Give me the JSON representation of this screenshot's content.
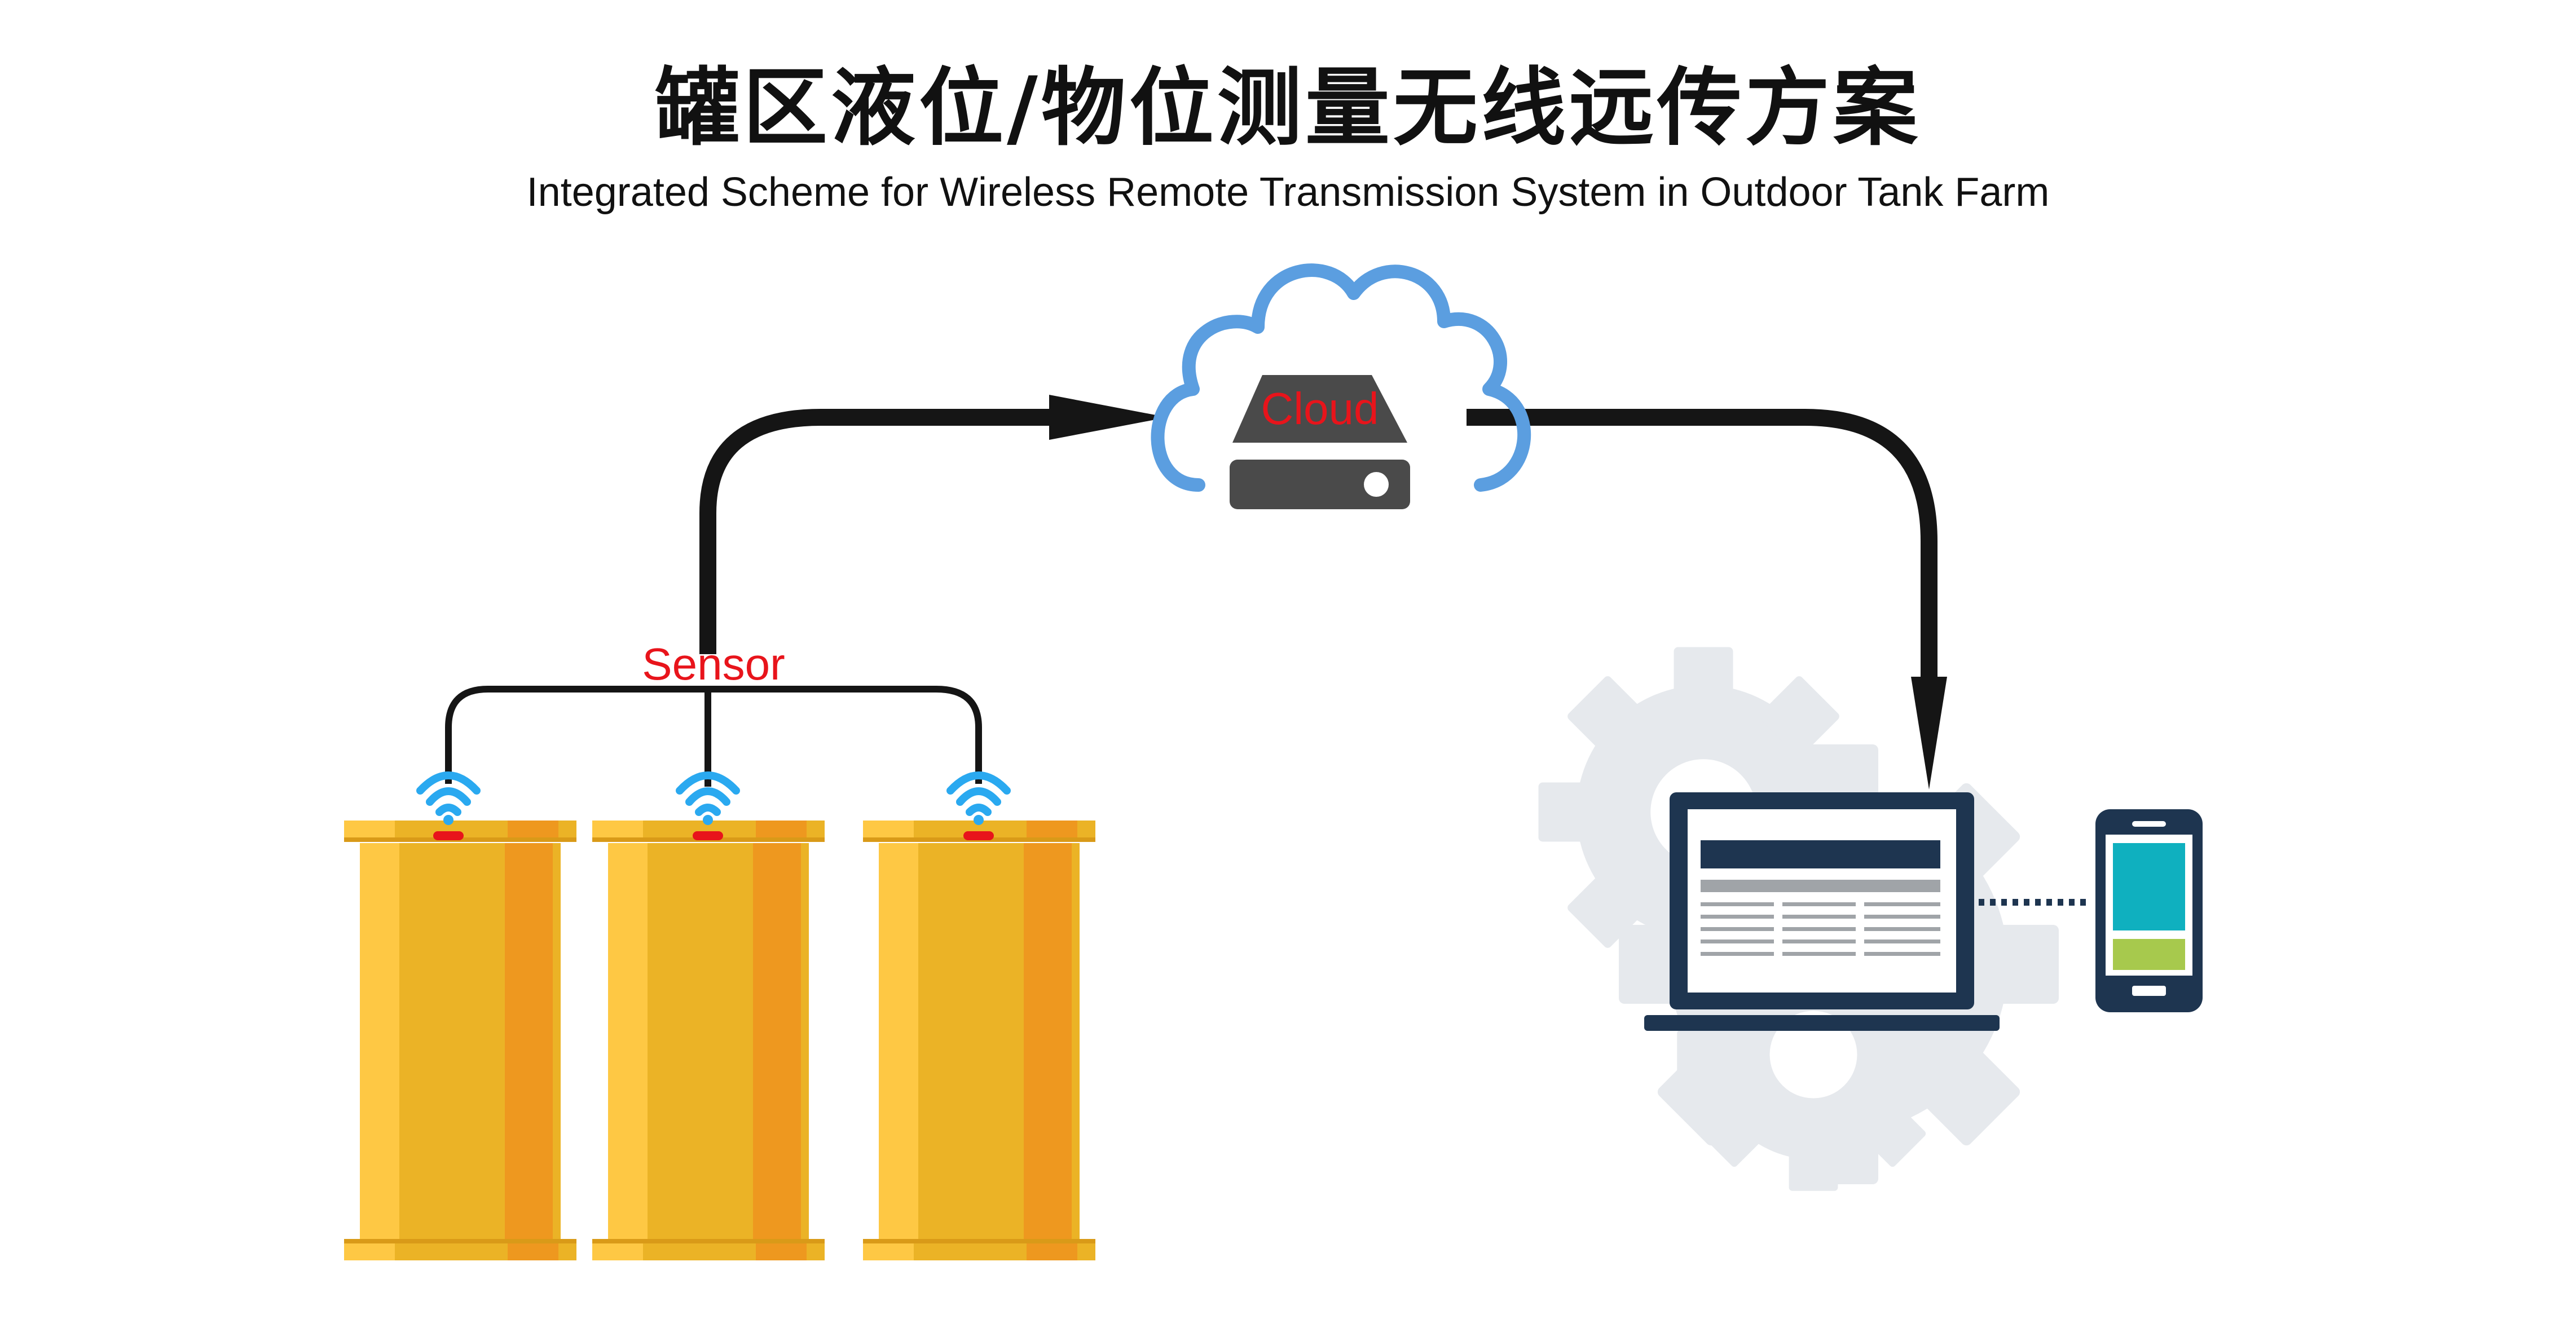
{
  "title": "罐区液位/物位测量无线远传方案",
  "subtitle": "Integrated Scheme for Wireless Remote Transmission System in Outdoor Tank Farm",
  "labels": {
    "sensor": "Sensor",
    "cloud": "Cloud"
  },
  "colors": {
    "arrow": "#151515",
    "cloud_outline": "#5b9ee0",
    "label_red": "#e8141b",
    "wifi": "#2aa9f0",
    "tank_light": "#fec844",
    "tank_mid": "#ebb326",
    "tank_dark": "#ee981f",
    "gear": "#e6e9ed",
    "device_dark": "#1e3550",
    "screen_teal": "#0fb0bf",
    "screen_green": "#a7c94d",
    "server_dark": "#4a4a4a"
  },
  "icons": [
    "cloud-icon",
    "server-icon",
    "wifi-icon",
    "gear-icon",
    "laptop-icon",
    "phone-icon"
  ]
}
